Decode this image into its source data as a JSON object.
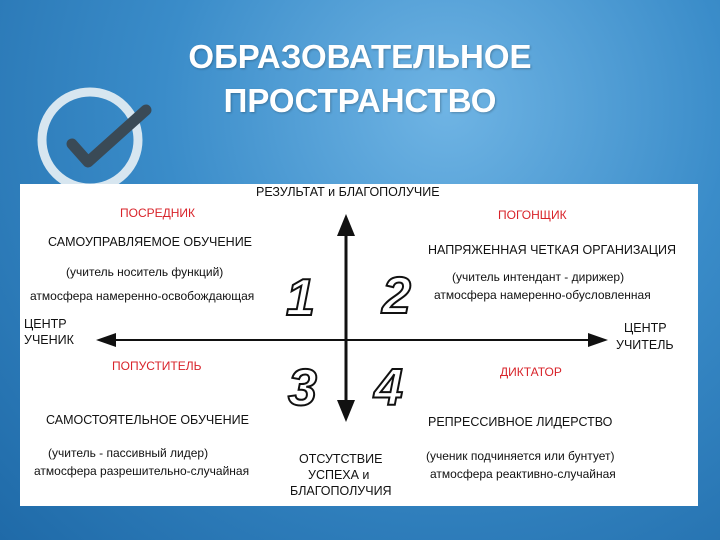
{
  "title": {
    "line1": "ОБРАЗОВАТЕЛЬНОЕ",
    "line2": "ПРОСТРАНСТВО"
  },
  "logo": {
    "icon": "checkmark-circle-icon"
  },
  "colors": {
    "role_label": "#d8232a",
    "background": "#3a8cc9"
  },
  "diagram": {
    "axis_top": "РЕЗУЛЬТАТ и БЛАГОПОЛУЧИЕ",
    "axis_bottom": [
      "ОТСУТСТВИЕ",
      "УСПЕХА и",
      "БЛАГОПОЛУЧИЯ"
    ],
    "axis_left": [
      "ЦЕНТР",
      "УЧЕНИК"
    ],
    "axis_right": [
      "ЦЕНТР",
      "УЧИТЕЛЬ"
    ],
    "quadrants": [
      {
        "number": "1",
        "role": "ПОСРЕДНИК",
        "title": "САМОУПРАВЛЯЕМОЕ ОБУЧЕНИЕ",
        "line1": "(учитель носитель функций)",
        "line2": "атмосфера намеренно-освобождающая"
      },
      {
        "number": "2",
        "role": "ПОГОНЩИК",
        "title": "НАПРЯЖЕННАЯ ЧЕТКАЯ ОРГАНИЗАЦИЯ",
        "line1": "(учитель интендант - дирижер)",
        "line2": "атмосфера намеренно-обусловленная"
      },
      {
        "number": "3",
        "role": "ПОПУСТИТЕЛЬ",
        "title": "САМОСТОЯТЕЛЬНОЕ ОБУЧЕНИЕ",
        "line1": "(учитель - пассивный лидер)",
        "line2": "атмосфера разрешительно-случайная"
      },
      {
        "number": "4",
        "role": "ДИКТАТОР",
        "title": "РЕПРЕССИВНОЕ ЛИДЕРСТВО",
        "line1": "(ученик подчиняется или бунтует)",
        "line2": "атмосфера реактивно-случайная"
      }
    ]
  }
}
